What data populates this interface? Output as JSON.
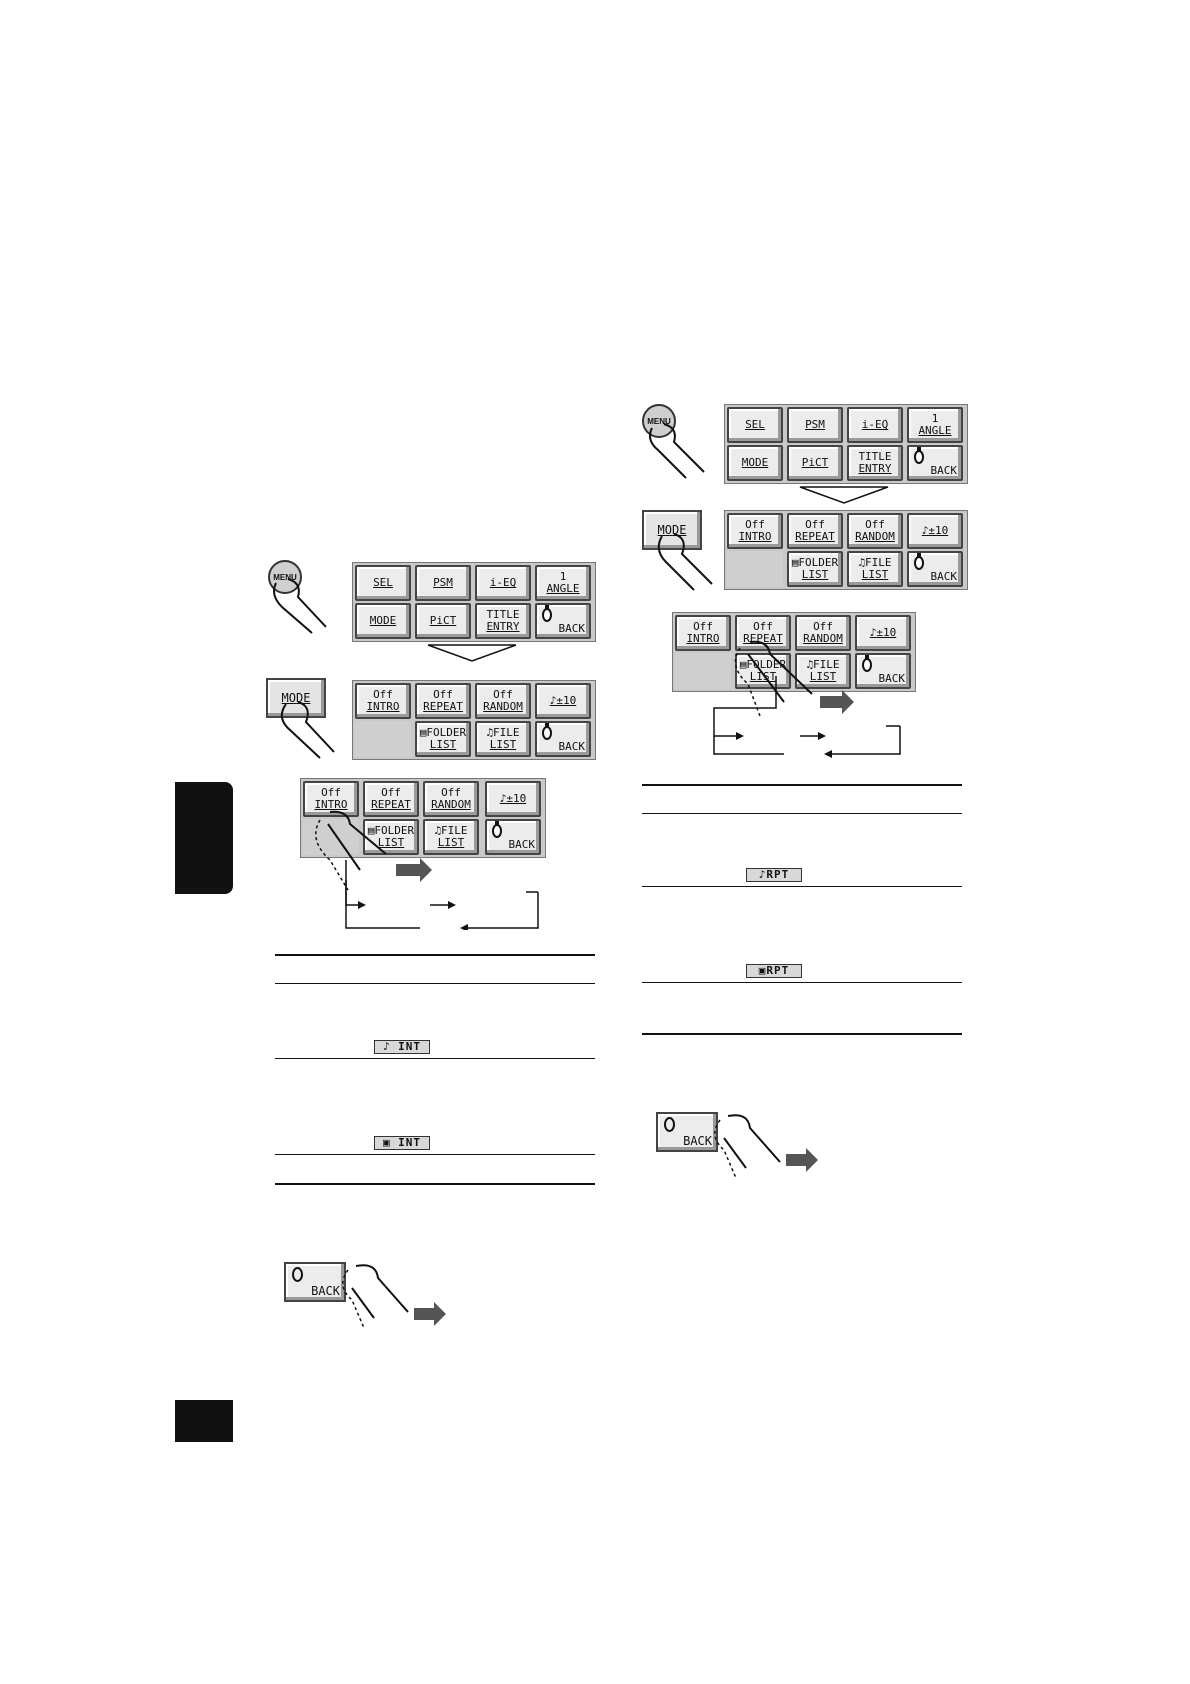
{
  "menu_label": "MENU",
  "mode_label": "MODE",
  "main_menu": {
    "row1": [
      {
        "l1": "",
        "l2": "SEL"
      },
      {
        "l1": "",
        "l2": "PSM"
      },
      {
        "l1": "",
        "l2": "i-EQ"
      },
      {
        "l1": "1",
        "l2": "ANGLE"
      }
    ],
    "row2": [
      {
        "l1": "",
        "l2": "MODE"
      },
      {
        "l1": "",
        "l2": "PiCT"
      },
      {
        "l1": "TITLE",
        "l2": "ENTRY"
      },
      {
        "l1": "",
        "l2": "BACK"
      }
    ]
  },
  "mode_menu": {
    "row1": [
      {
        "l1": "Off",
        "l2": "INTRO"
      },
      {
        "l1": "Off",
        "l2": "REPEAT"
      },
      {
        "l1": "Off",
        "l2": "RANDOM"
      },
      {
        "l1": "",
        "l2": "♪±10"
      }
    ],
    "row2": [
      {
        "l1": "",
        "l2": ""
      },
      {
        "l1": "▤FOLDER",
        "l2": "LIST"
      },
      {
        "l1": "♫FILE",
        "l2": "LIST"
      },
      {
        "l1": "",
        "l2": "BACK"
      }
    ]
  },
  "indicators": {
    "left_1": "♪ INT",
    "left_2": "▣ INT",
    "right_1": "♪RPT",
    "right_2": "▣RPT"
  },
  "back_label": "BACK"
}
